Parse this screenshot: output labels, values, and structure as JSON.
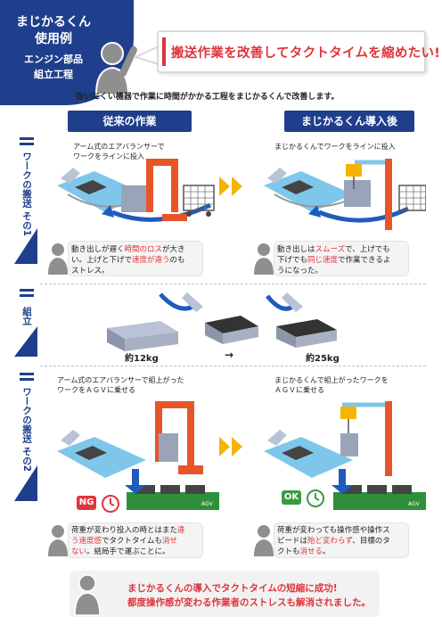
{
  "header": {
    "badge_line1": "まじかるくん",
    "badge_line2": "使用例",
    "badge_line3": "エンジン部品",
    "badge_line4": "組立工程",
    "headline": "搬送作業を改善してタクトタイムを縮めたい!",
    "intro": "扱いにくい機器で作業に時間がかかる工程をまじかるくんで改善します。"
  },
  "columns": {
    "before": "従来の作業",
    "after": "まじかるくん導入後"
  },
  "section1": {
    "side_label": "ワークの搬送 その1",
    "before_caption_1": "アーム式のエアバランサーで",
    "before_caption_2": "ワークをラインに投入",
    "after_caption": "まじかるくんでワークをラインに投入",
    "before_note": [
      "動き出しが遅く",
      "時間のロス",
      "が大き",
      "い。上げと下げで",
      "速度が違う",
      "のも",
      "ストレス。"
    ],
    "after_note": [
      "動き出しは",
      "スムーズ",
      "で、上げでも",
      "下げでも",
      "同じ速度",
      "で作業できるよ",
      "うになった。"
    ]
  },
  "section2": {
    "side_label": "組立",
    "weight_before": "約12kg",
    "arrow": "→",
    "weight_after": "約25kg"
  },
  "section3": {
    "side_label": "ワークの搬送 その2",
    "before_caption_1": "アーム式のエアバランサーで組上がった",
    "before_caption_2": "ワークをＡＧＶに乗せる",
    "after_caption_1": "まじかるくんで組上がったワークを",
    "after_caption_2": "ＡＧＶに乗せる",
    "ng_label": "NG",
    "ok_label": "OK",
    "agv_label": "AGV",
    "before_note": [
      "荷重が変わり投入の時とはまた",
      "違",
      "う速度感",
      "でタクトタイムも",
      "消せ",
      "ない",
      "。結局手で運ぶことに。"
    ],
    "after_note": [
      "荷重が変わっても操作感や操作ス",
      "ピードは",
      "殆ど変わらず",
      "、目標のタ",
      "クトも",
      "消せる",
      "。"
    ]
  },
  "footer": {
    "line1": "まじかるくんの導入でタクトタイムの短縮に成功!",
    "line2": "都度操作感が変わる作業者のストレスも解消されました。"
  },
  "colors": {
    "navy": "#1f3f8c",
    "red": "#e0343c",
    "orange": "#e8542a",
    "blue": "#7fc7ea",
    "yellow": "#f5b400",
    "green": "#2f8f3a"
  }
}
